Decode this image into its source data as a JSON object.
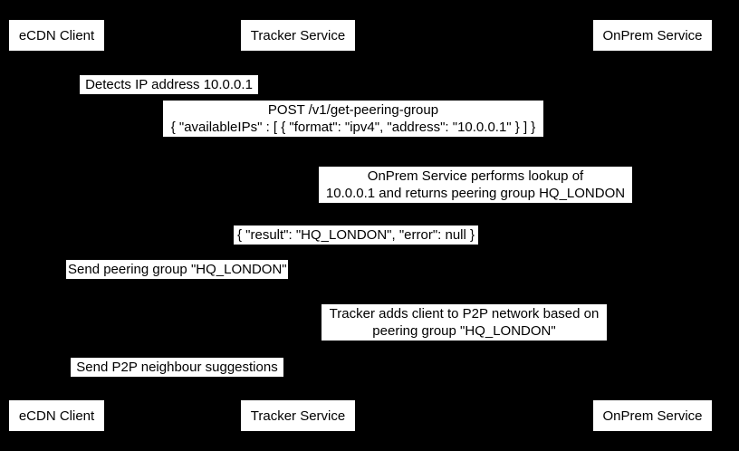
{
  "diagram": {
    "type": "sequence-diagram",
    "colors": {
      "background": "#000000",
      "label_background": "#ffffff",
      "label_text": "#000000"
    },
    "actors": [
      {
        "label": "eCDN Client"
      },
      {
        "label": "Tracker Service"
      },
      {
        "label": "OnPrem Service"
      }
    ],
    "messages": [
      {
        "from": "eCDN Client",
        "to": "eCDN Client",
        "lines": [
          "Detects IP address 10.0.0.1"
        ]
      },
      {
        "from": "Tracker Service",
        "to": "OnPrem Service",
        "lines": [
          "POST /v1/get-peering-group",
          "{ \"availableIPs\" : [ { \"format\": \"ipv4\", \"address\": \"10.0.0.1\" } ] }"
        ]
      },
      {
        "from": "OnPrem Service",
        "to": "OnPrem Service",
        "lines": [
          "OnPrem Service performs lookup of",
          "10.0.0.1 and returns peering group HQ_LONDON"
        ]
      },
      {
        "from": "OnPrem Service",
        "to": "Tracker Service",
        "lines": [
          "{ \"result\": \"HQ_LONDON\", \"error\": null }"
        ]
      },
      {
        "from": "Tracker Service",
        "to": "eCDN Client",
        "lines": [
          "Send peering group \"HQ_LONDON\""
        ]
      },
      {
        "from": "Tracker Service",
        "to": "Tracker Service",
        "lines": [
          "Tracker adds client to P2P network based on",
          "peering group \"HQ_LONDON\""
        ]
      },
      {
        "from": "Tracker Service",
        "to": "eCDN Client",
        "lines": [
          "Send P2P neighbour suggestions"
        ]
      }
    ]
  }
}
